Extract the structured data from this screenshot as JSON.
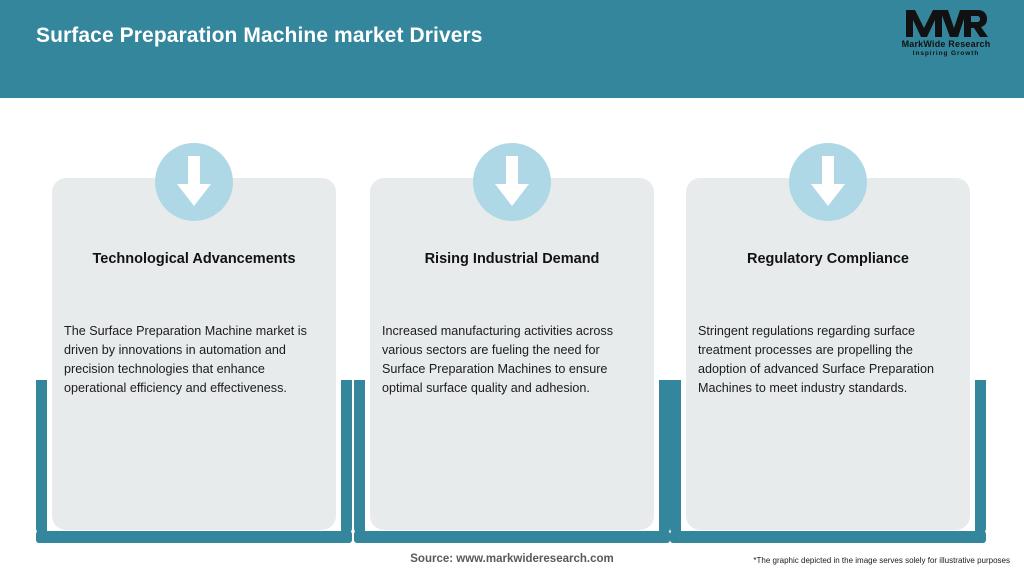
{
  "header": {
    "title": "Surface Preparation Machine market Drivers",
    "background_color": "#34869c",
    "title_color": "#ffffff"
  },
  "logo": {
    "mark": "MWR",
    "name": "MarkWide Research",
    "tagline": "Inspiring Growth"
  },
  "colors": {
    "teal": "#34869c",
    "card_grey": "#e8ebec",
    "badge_blue": "#aed8e6",
    "arrow_white": "#ffffff"
  },
  "cards": [
    {
      "icon": "arrow-down-icon",
      "heading": "Technological Advancements",
      "body": "The Surface Preparation Machine market is driven by innovations in automation and precision technologies that enhance operational efficiency and effectiveness."
    },
    {
      "icon": "arrow-down-icon",
      "heading": "Rising Industrial Demand",
      "body": "Increased manufacturing activities across various sectors are fueling the need for Surface Preparation Machines to ensure optimal surface quality and adhesion."
    },
    {
      "icon": "arrow-down-icon",
      "heading": "Regulatory Compliance",
      "body": "Stringent regulations regarding surface treatment processes are propelling the adoption of advanced Surface Preparation Machines to meet industry standards."
    }
  ],
  "footer": {
    "source": "Source: www.markwideresearch.com",
    "disclaimer": "*The graphic depicted in the image serves solely for illustrative purposes"
  }
}
